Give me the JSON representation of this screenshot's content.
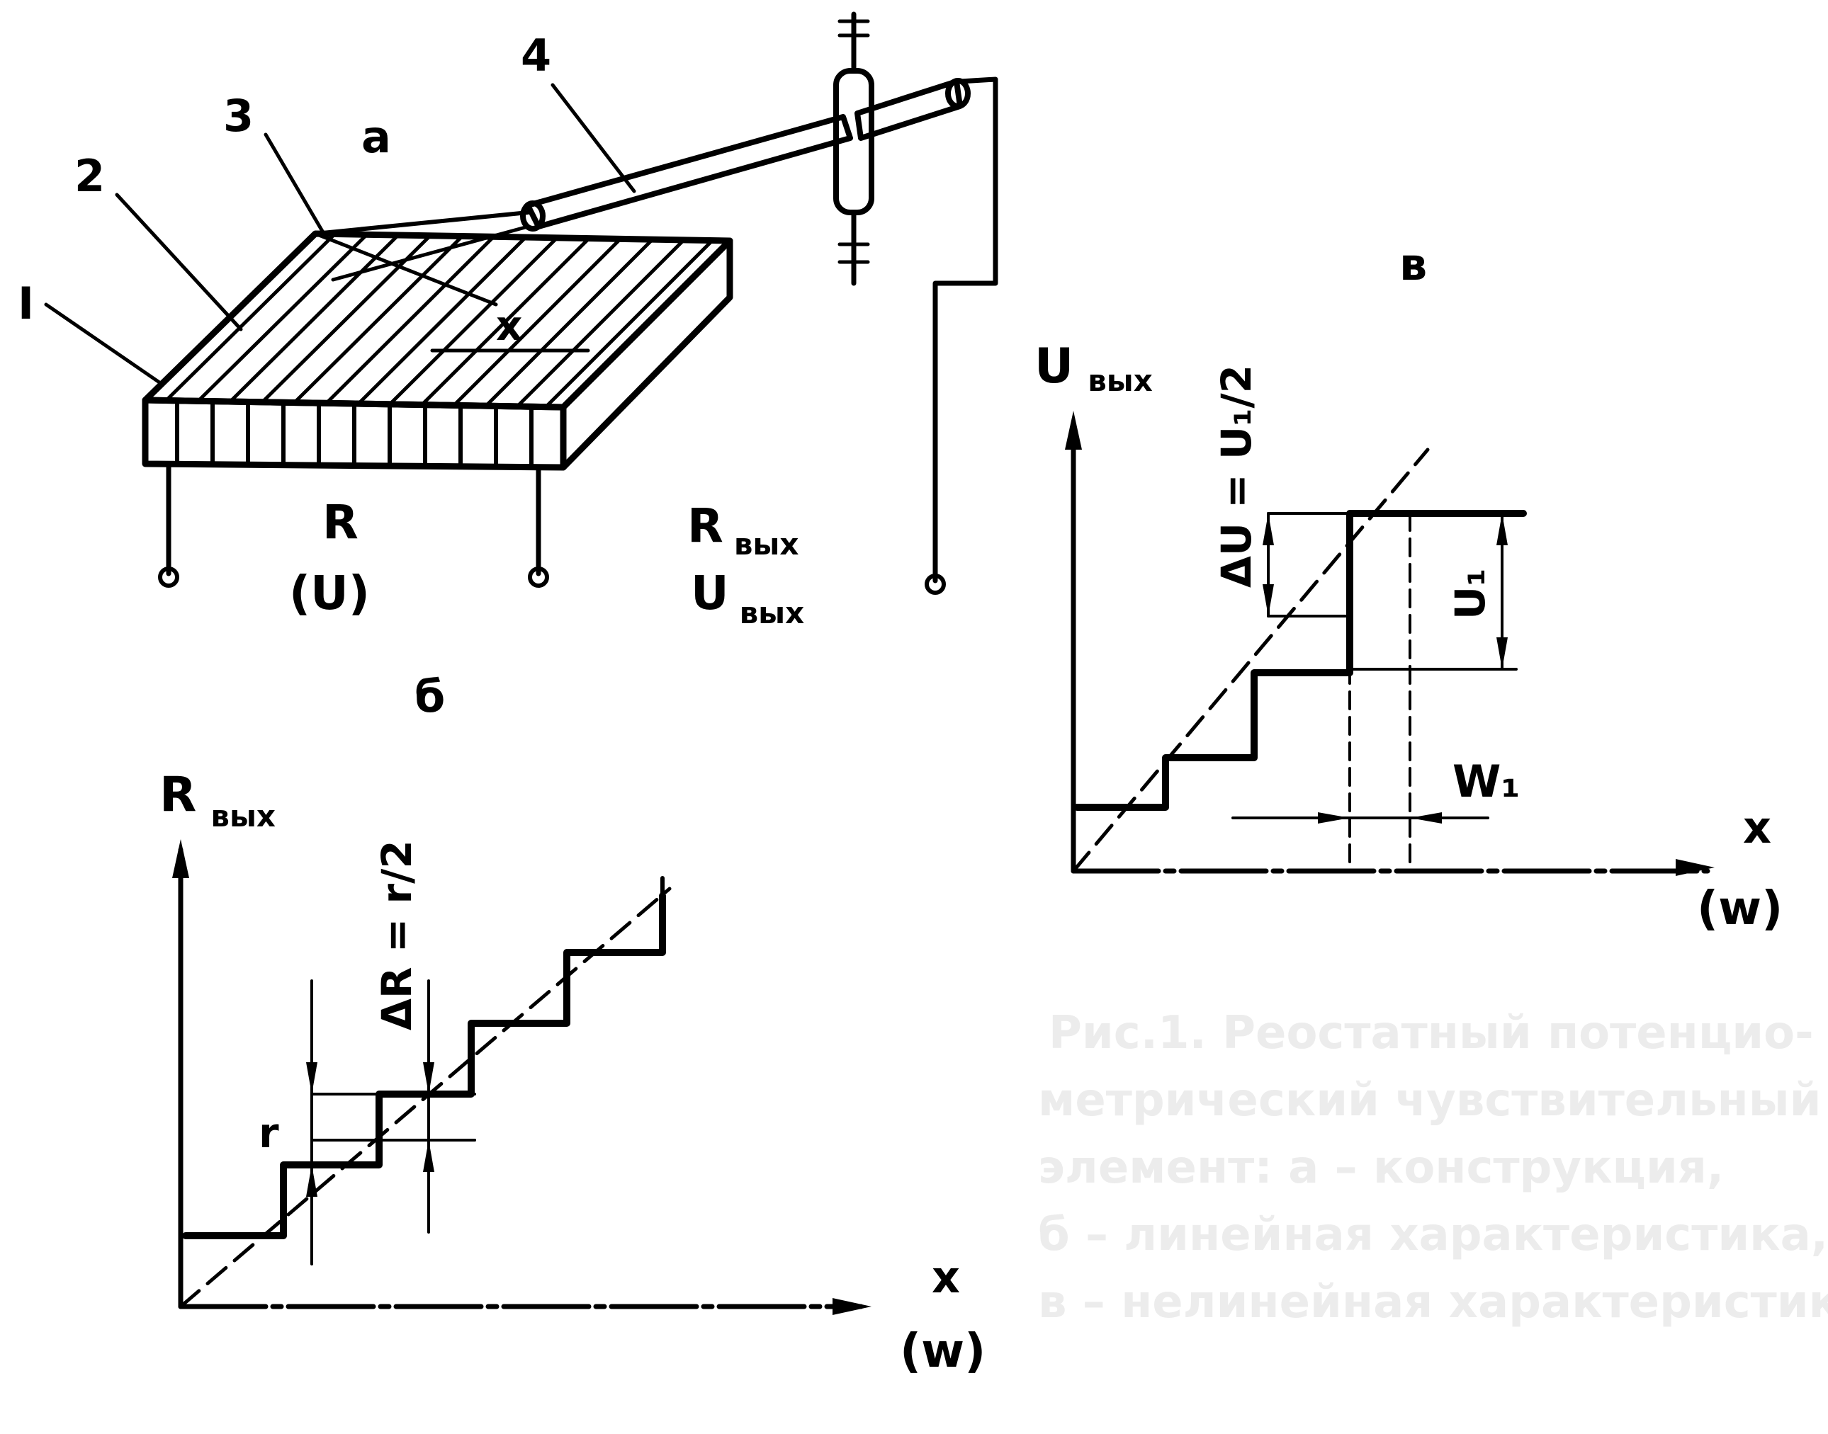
{
  "panel_a": {
    "label": "а",
    "parts": [
      "I",
      "2",
      "3",
      "4"
    ],
    "x_label": "x",
    "r_label": "R",
    "u_label": "(U)",
    "r_out": "R",
    "r_out_sub": "вых",
    "u_out": "U",
    "u_out_sub": "вых"
  },
  "panel_b": {
    "label": "б",
    "y_axis": "R",
    "y_axis_sub": "вых",
    "x_axis": "x",
    "x_axis_unit": "(w)",
    "step_label": "r",
    "delta_label": "ΔR = r/2"
  },
  "panel_c": {
    "label": "в",
    "y_axis": "U",
    "y_axis_sub": "вых",
    "x_axis": "x",
    "x_axis_unit": "(w)",
    "step_label": "U₁",
    "delta_label": "ΔU = U₁/2",
    "width_label": "W₁"
  },
  "caption_lines": [
    "Рис.1. Реостатный потенцио-",
    "метрический чувствительный",
    "элемент: а – конструкция,",
    "б – линейная характеристика,",
    "в – нелинейная характеристика"
  ]
}
